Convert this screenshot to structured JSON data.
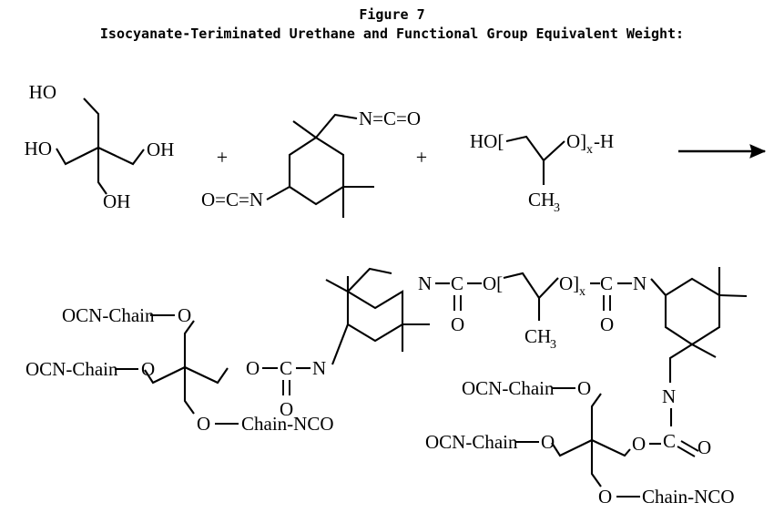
{
  "figure": {
    "label": "Figure 7",
    "caption": "Isocyanate-Teriminated Urethane and Functional Group Equivalent Weight:"
  },
  "colors": {
    "ink": "#000000",
    "background": "#ffffff"
  },
  "reaction": {
    "operator_plus": "+",
    "arrow": "reaction-arrow",
    "reactants": [
      {
        "name": "pentaerythritol",
        "labels": [
          {
            "id": "ho-top",
            "text": "HO"
          },
          {
            "id": "ho-left",
            "text": "HO"
          },
          {
            "id": "oh-right",
            "text": "OH"
          },
          {
            "id": "oh-bottom",
            "text": "OH"
          }
        ]
      },
      {
        "name": "isophorone-diisocyanate",
        "labels": [
          {
            "id": "nco-top",
            "text": "N=C=O"
          },
          {
            "id": "ocn-bottom",
            "text": "O=C=N"
          }
        ]
      },
      {
        "name": "polypropylene-glycol",
        "labels": [
          {
            "id": "ho-bracket",
            "text": "HO["
          },
          {
            "id": "o-bracket",
            "text": "O]"
          },
          {
            "id": "x-subscript",
            "text": "x"
          },
          {
            "id": "h-terminal",
            "text": "-H"
          },
          {
            "id": "methyl",
            "text": "CH"
          },
          {
            "id": "methyl-sub",
            "text": "3"
          }
        ]
      }
    ],
    "product": {
      "name": "isocyanate-terminated-urethane",
      "left_pentaerythritol": {
        "arm_labels": [
          {
            "id": "arm1",
            "text": "OCN-Chain",
            "o": "O"
          },
          {
            "id": "arm2",
            "text": "OCN-Chain",
            "o": "O"
          },
          {
            "id": "arm3",
            "text": "Chain-NCO",
            "o": "O"
          }
        ],
        "carbamate": {
          "o_ester": "O",
          "c": "C",
          "n": "N",
          "o_carbonyl": "O"
        }
      },
      "left_ipdi": {
        "name": "isophorone-ring-left"
      },
      "upper_carbamate": {
        "n": "N",
        "c": "C",
        "o_bracket": "O[",
        "o_carbonyl": "O"
      },
      "ppg_segment": {
        "o_close": "O]",
        "x": "x",
        "methyl": "CH",
        "methyl_sub": "3"
      },
      "right_carbamate": {
        "c": "C",
        "n": "N",
        "o_carbonyl": "O"
      },
      "right_ipdi": {
        "name": "isophorone-ring-right"
      },
      "right_pentaerythritol": {
        "arm_labels": [
          {
            "id": "arm1",
            "text": "OCN-Chain",
            "o": "O"
          },
          {
            "id": "arm2",
            "text": "OCN-Chain",
            "o": "O"
          },
          {
            "id": "arm3",
            "text": "Chain-NCO",
            "o": "O"
          }
        ],
        "carbamate": {
          "n": "N",
          "c": "C",
          "o_ester": "O",
          "o_carbonyl": "O"
        }
      }
    }
  }
}
